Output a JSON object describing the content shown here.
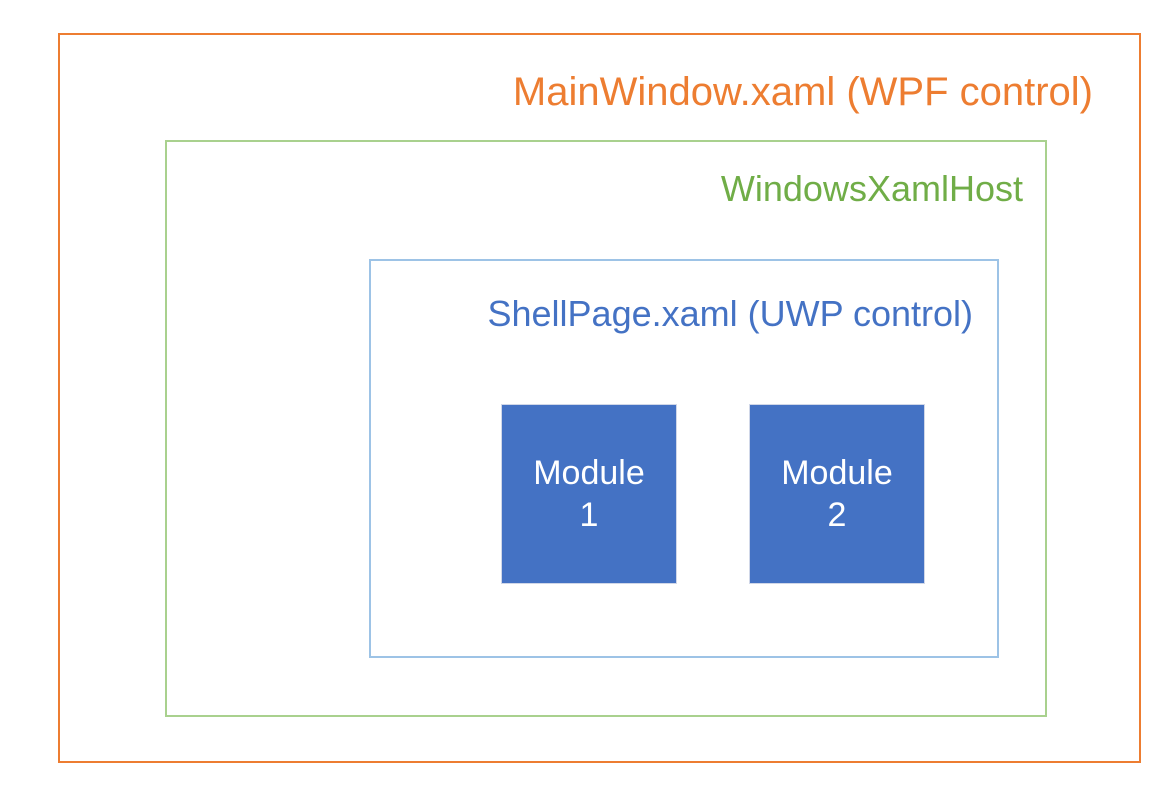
{
  "diagram": {
    "type": "nested-containers",
    "background_color": "#FFFFFF",
    "layers": [
      {
        "id": "wpf-window",
        "label": "MainWindow.xaml (WPF control)",
        "border_color": "#ED7D31",
        "text_color": "#ED7D31"
      },
      {
        "id": "windows-xaml-host",
        "label": "WindowsXamlHost",
        "border_color": "#A9D18E",
        "text_color": "#70AD47"
      },
      {
        "id": "uwp-shell-page",
        "label": "ShellPage.xaml (UWP control)",
        "border_color": "#9DC3E6",
        "text_color": "#4472C4"
      }
    ],
    "modules": [
      {
        "id": "module-1",
        "name": "Module",
        "index": "1",
        "fill_color": "#4472C4",
        "text_color": "#FFFFFF"
      },
      {
        "id": "module-2",
        "name": "Module",
        "index": "2",
        "fill_color": "#4472C4",
        "text_color": "#FFFFFF"
      }
    ]
  }
}
